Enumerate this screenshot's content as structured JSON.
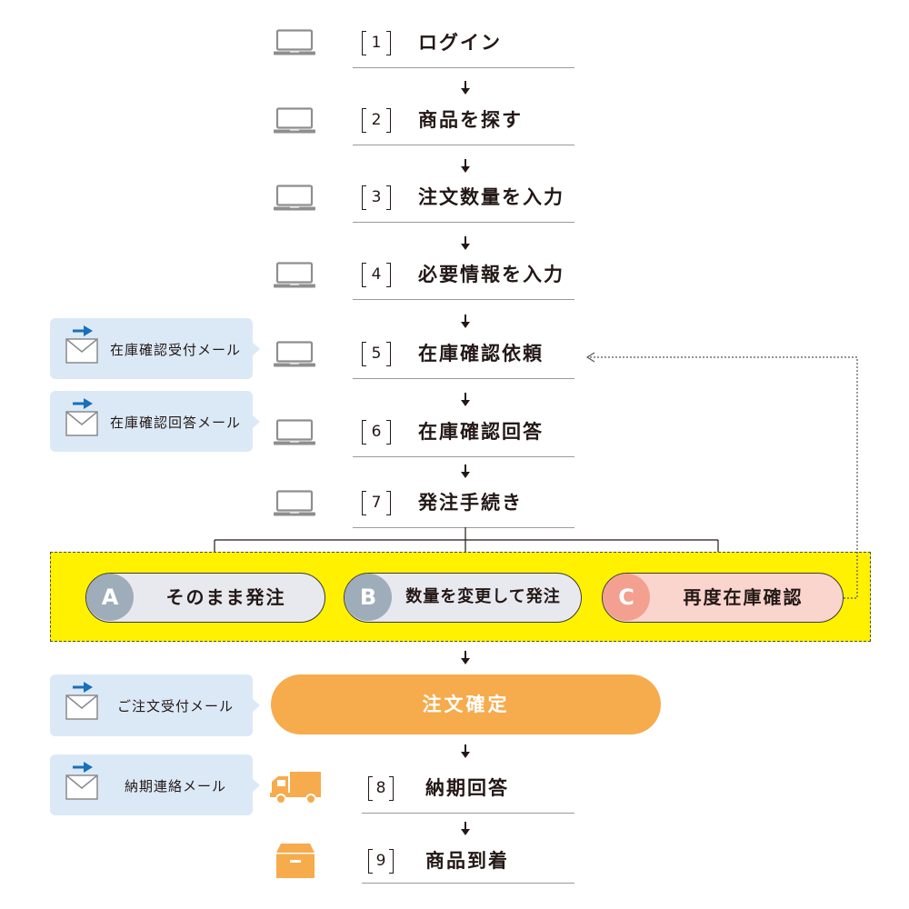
{
  "steps": [
    {
      "number": "1",
      "label": "ログイン"
    },
    {
      "number": "2",
      "label": "商品を探す"
    },
    {
      "number": "3",
      "label": "注文数量を入力"
    },
    {
      "number": "4",
      "label": "必要情報を入力"
    },
    {
      "number": "5",
      "label": "在庫確認依頼"
    },
    {
      "number": "6",
      "label": "在庫確認回答"
    },
    {
      "number": "7",
      "label": "発注手続き"
    },
    {
      "number": "8",
      "label": "納期回答"
    },
    {
      "number": "9",
      "label": "商品到着"
    }
  ],
  "mails": [
    {
      "label": "在庫確認受付メール"
    },
    {
      "label": "在庫確認回答メール"
    },
    {
      "label": "ご注文受付メール"
    },
    {
      "label": "納期連絡メール"
    }
  ],
  "options": [
    {
      "letter": "A",
      "label": "そのまま発注"
    },
    {
      "letter": "B",
      "label": "数量を変更して発注"
    },
    {
      "letter": "C",
      "label": "再度在庫確認"
    }
  ],
  "confirm": {
    "label": "注文確定"
  },
  "icons": {
    "device": "laptop-icon",
    "mail": "envelope-icon",
    "send": "send-arrow-icon",
    "shipping": "truck-icon",
    "delivery": "box-icon",
    "flow": "down-arrow-icon"
  },
  "colors": {
    "accent_orange": "#f6ab4d",
    "highlight_yellow": "#fff100",
    "mail_badge": "#dbe9f7",
    "mail_arrow_blue": "#1b6fb8",
    "option_gray": "#e8e9ef",
    "option_c_pink": "#fad5cd",
    "text": "#231815"
  }
}
